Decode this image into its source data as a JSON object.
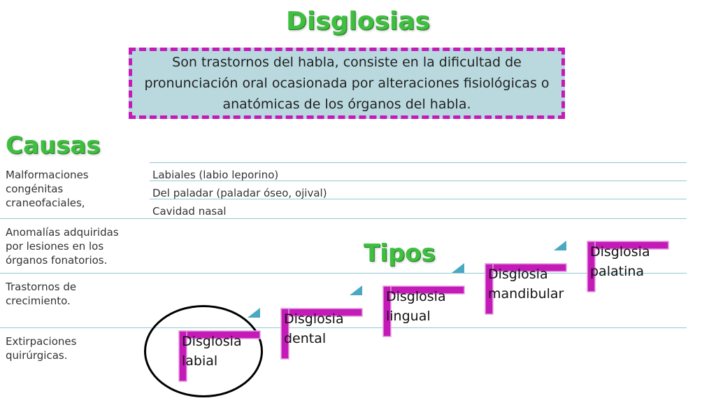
{
  "title": "Disglosias",
  "definition": "Son trastornos del habla, consiste en la dificultad de pronunciación oral ocasionada por alteraciones fisiológicas o anatómicas de los órganos del habla.",
  "causes": {
    "heading": "Causas",
    "items": [
      "Malformaciones congénitas craneofaciales,",
      "Anomalías adquiridas por lesiones en los órganos fonatorios.",
      "Trastornos de crecimiento.",
      "Extirpaciones quirúrgicas."
    ],
    "subitems": [
      "Labiales (labio leporino)",
      "Del paladar (paladar óseo, ojival)",
      "Cavidad nasal"
    ]
  },
  "types": {
    "heading": "Tipos",
    "steps": [
      {
        "line1": "Disglosia",
        "line2": "labial"
      },
      {
        "line1": "Disglosia",
        "line2": "dental"
      },
      {
        "line1": "Disglosia",
        "line2": "lingual"
      },
      {
        "line1": "Disglosia",
        "line2": "mandibular"
      },
      {
        "line1": "Disglosia",
        "line2": "palatina"
      }
    ],
    "highlighted_index": 0
  },
  "colors": {
    "title_green": "#3fbf3f",
    "magenta": "#c41ab8",
    "box_fill": "#b9d9df",
    "teal": "#4aa9c0",
    "rule": "#8ecad3"
  }
}
